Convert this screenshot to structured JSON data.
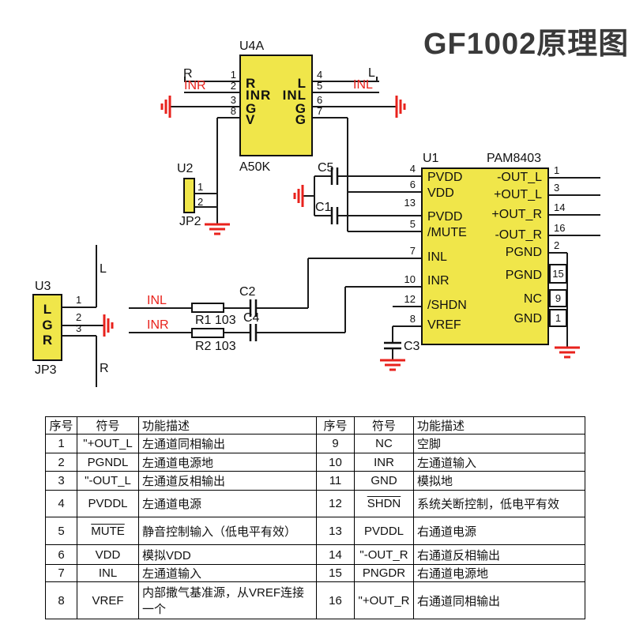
{
  "title": "GF1002原理图",
  "schematic": {
    "u4a": {
      "ref": "U4A",
      "part": "A50K",
      "rows": [
        {
          "l": "R",
          "r": "L"
        },
        {
          "l": "INR",
          "r": "INL"
        },
        {
          "l": "G",
          "r": "G"
        },
        {
          "l": "V",
          "r": "G"
        }
      ],
      "pins_left": [
        "1",
        "2",
        "3",
        "8"
      ],
      "pins_right": [
        "4",
        "5",
        "6",
        "7"
      ]
    },
    "u2": {
      "ref": "U2",
      "part": "JP2",
      "pins": [
        "1",
        "2"
      ]
    },
    "u3": {
      "ref": "U3",
      "part": "JP3",
      "labels": [
        "L",
        "G",
        "R"
      ],
      "pins": [
        "1",
        "2",
        "3"
      ]
    },
    "u1": {
      "ref": "U1",
      "part": "PAM8403",
      "left_pins": [
        {
          "n": "4",
          "label": "PVDD"
        },
        {
          "n": "6",
          "label": "VDD"
        },
        {
          "n": "13",
          "label": "PVDD"
        },
        {
          "n": "5",
          "label": "/MUTE"
        },
        {
          "n": "7",
          "label": "INL"
        },
        {
          "n": "10",
          "label": "INR"
        },
        {
          "n": "12",
          "label": "/SHDN"
        },
        {
          "n": "8",
          "label": "VREF"
        }
      ],
      "right_pins": [
        {
          "n": "1",
          "label": "-OUT_L"
        },
        {
          "n": "3",
          "label": "+OUT_L"
        },
        {
          "n": "14",
          "label": "+OUT_R"
        },
        {
          "n": "16",
          "label": "-OUT_R"
        },
        {
          "n": "2",
          "label": "PGND"
        },
        {
          "n": "15",
          "label": "PGND"
        },
        {
          "n": "9",
          "label": "NC"
        },
        {
          "n": "1",
          "label": "GND"
        }
      ]
    },
    "passives": {
      "c1": "C1",
      "c2": "C2",
      "c3": "C3",
      "c4": "C4",
      "c5": "C5",
      "r1": "R1 103",
      "r2": "R2 103"
    },
    "nets": {
      "r": "R",
      "l": "L",
      "inr_left": "INR",
      "inl_right": "INL",
      "inl_mid": "INL",
      "inr_mid": "INR",
      "u3_l": "L",
      "u3_r": "R"
    },
    "colors": {
      "chip_fill": "#F0E64A",
      "ground_red": "#E8221C",
      "wire": "#1A1A1A"
    }
  },
  "table": {
    "headers": [
      "序号",
      "符号",
      "功能描述"
    ],
    "left_rows": [
      {
        "num": "1",
        "sym": "\"+OUT_L",
        "desc": "左通道同相输出"
      },
      {
        "num": "2",
        "sym": "PGNDL",
        "desc": "左通道电源地"
      },
      {
        "num": "3",
        "sym": "\"-OUT_L",
        "desc": "左通道反相输出"
      },
      {
        "num": "4",
        "sym": "PVDDL",
        "desc": "左通道电源"
      },
      {
        "num": "5",
        "sym": "MUTE",
        "desc": "静音控制输入（低电平有效）"
      },
      {
        "num": "6",
        "sym": "VDD",
        "desc": "模拟VDD"
      },
      {
        "num": "7",
        "sym": "INL",
        "desc": "左通道输入"
      },
      {
        "num": "8",
        "sym": "VREF",
        "desc": "内部撒气基准源，从VREF连接一个"
      }
    ],
    "right_rows": [
      {
        "num": "9",
        "sym": "NC",
        "desc": "空脚"
      },
      {
        "num": "10",
        "sym": "INR",
        "desc": "左通道输入"
      },
      {
        "num": "11",
        "sym": "GND",
        "desc": "模拟地"
      },
      {
        "num": "12",
        "sym": "SHDN",
        "desc": "系统关断控制，低电平有效"
      },
      {
        "num": "13",
        "sym": "PVDDL",
        "desc": "右通道电源"
      },
      {
        "num": "14",
        "sym": "\"-OUT_R",
        "desc": "右通道反相输出"
      },
      {
        "num": "15",
        "sym": "PNGDR",
        "desc": "右通道电源地"
      },
      {
        "num": "16",
        "sym": "\"+OUT_R",
        "desc": "右通道同相输出"
      }
    ]
  }
}
